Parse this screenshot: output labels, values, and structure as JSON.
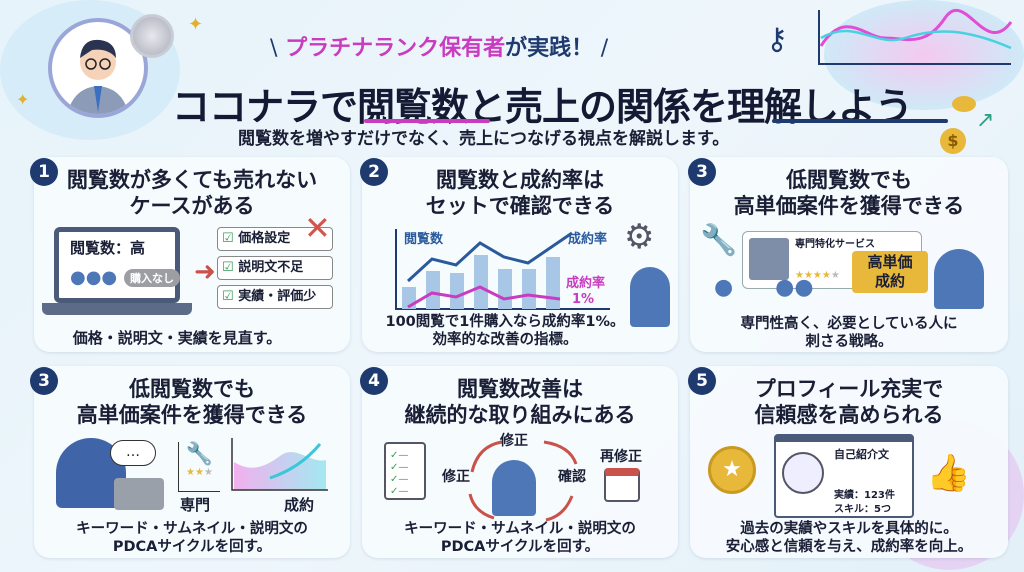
{
  "header": {
    "kicker_pre": "\\",
    "kicker_main": "プラチナランク保有者",
    "kicker_suffix": "が実践！",
    "kicker_post": "/",
    "title": "ココナラで閲覧数と売上の関係を理解しよう",
    "subtitle": "閲覧数を増やすだけでなく、売上につなげる視点を解説します。"
  },
  "cards": [
    {
      "num": "1",
      "title": "閲覧数が多くても売れない\nケースがある",
      "screen_label": "閲覧数：高",
      "button": "購入なし",
      "checks": [
        "価格設定",
        "説明文不足",
        "実績・評価少"
      ],
      "footer": "価格・説明文・実績を見直す。"
    },
    {
      "num": "2",
      "title": "閲覧数と成約率は\nセットで確認できる",
      "views_label": "閲覧数",
      "rate_label": "成約率",
      "rate_value_label": "成約率",
      "rate_value": "1%",
      "footer": "100閲覧で1件購入なら成約率1%。\n効率的な改善の指標。"
    },
    {
      "num": "3",
      "title": "低閲覧数でも\n高単価案件を獲得できる",
      "service_label": "専門特化サービス",
      "tag_line1": "高単価",
      "tag_line2": "成約",
      "footer": "専門性高く、必要としている人に\n刺さる戦略。"
    },
    {
      "num": "3",
      "title": "低閲覧数でも\n高単価案件を獲得できる",
      "bubble": "…",
      "label_left": "専門",
      "label_right": "成約",
      "footer": "キーワード・サムネイル・説明文の\nPDCAサイクルを回す。"
    },
    {
      "num": "4",
      "title": "閲覧数改善は\n継続的な取り組みにある",
      "cycle": [
        "修正",
        "確認",
        "修正"
      ],
      "recheck": "再修正",
      "footer": "キーワード・サムネイル・説明文の\nPDCAサイクルを回す。"
    },
    {
      "num": "5",
      "title": "プロフィール充実で\n信頼感を高められる",
      "profile_title": "自己紹介文",
      "achievements": "実績：123件",
      "skills": "スキル：5つ",
      "footer": "過去の実績やスキルを具体的に。\n安心感と信頼を与え、成約率を向上。"
    }
  ],
  "colors": {
    "navy": "#1e3a6e",
    "magenta": "#c93bbf",
    "red": "#c9524a",
    "gold": "#e8b83a"
  }
}
